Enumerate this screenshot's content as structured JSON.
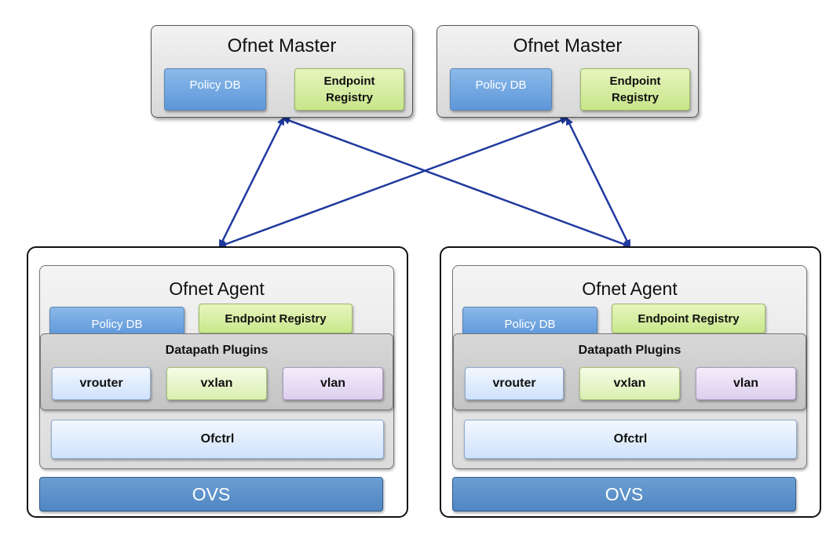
{
  "masters": [
    {
      "title": "Ofnet Master",
      "policy_db": "Policy DB",
      "endpoint_registry": [
        "Endpoint",
        "Registry"
      ]
    },
    {
      "title": "Ofnet Master",
      "policy_db": "Policy DB",
      "endpoint_registry": [
        "Endpoint",
        "Registry"
      ]
    }
  ],
  "hosts": [
    {
      "agent_title": "Ofnet Agent",
      "policy_db": "Policy DB",
      "endpoint_registry": "Endpoint Registry",
      "datapath_title": "Datapath Plugins",
      "plugins": [
        "vrouter",
        "vxlan",
        "vlan"
      ],
      "ofctrl": "Ofctrl",
      "ovs": "OVS"
    },
    {
      "agent_title": "Ofnet Agent",
      "policy_db": "Policy DB",
      "endpoint_registry": "Endpoint Registry",
      "datapath_title": "Datapath Plugins",
      "plugins": [
        "vrouter",
        "vxlan",
        "vlan"
      ],
      "ofctrl": "Ofctrl",
      "ovs": "OVS"
    }
  ],
  "colors": {
    "arrow": "#1f3a9e",
    "policy_db": "#6fa4e0",
    "endpoint_registry": "#cde891",
    "ovs": "#5a8fc8"
  }
}
